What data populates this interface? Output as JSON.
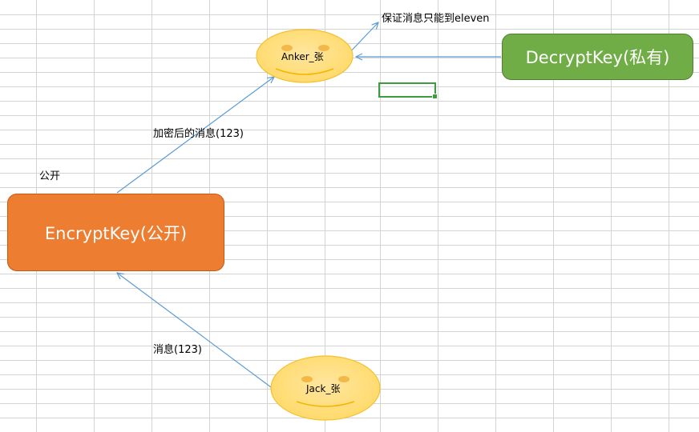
{
  "nodes": {
    "encrypt_key": {
      "label": "EncryptKey(公开)"
    },
    "decrypt_key": {
      "label": "DecryptKey(私有)"
    },
    "anker": {
      "label": "Anker_张"
    },
    "jack": {
      "label": "Jack_张"
    }
  },
  "labels": {
    "public": "公开",
    "encrypted_message": "加密后的消息(123)",
    "message": "消息(123)",
    "guarantee": "保证消息只能到eleven"
  },
  "colors": {
    "encrypt_fill": "#ed7d31",
    "encrypt_border": "#c55a11",
    "decrypt_fill": "#70ad47",
    "decrypt_border": "#507e32",
    "face_fill": "#ffd966",
    "face_border": "#f4c030",
    "arrow": "#5b9bd5",
    "grid": "#d4d4d4"
  }
}
